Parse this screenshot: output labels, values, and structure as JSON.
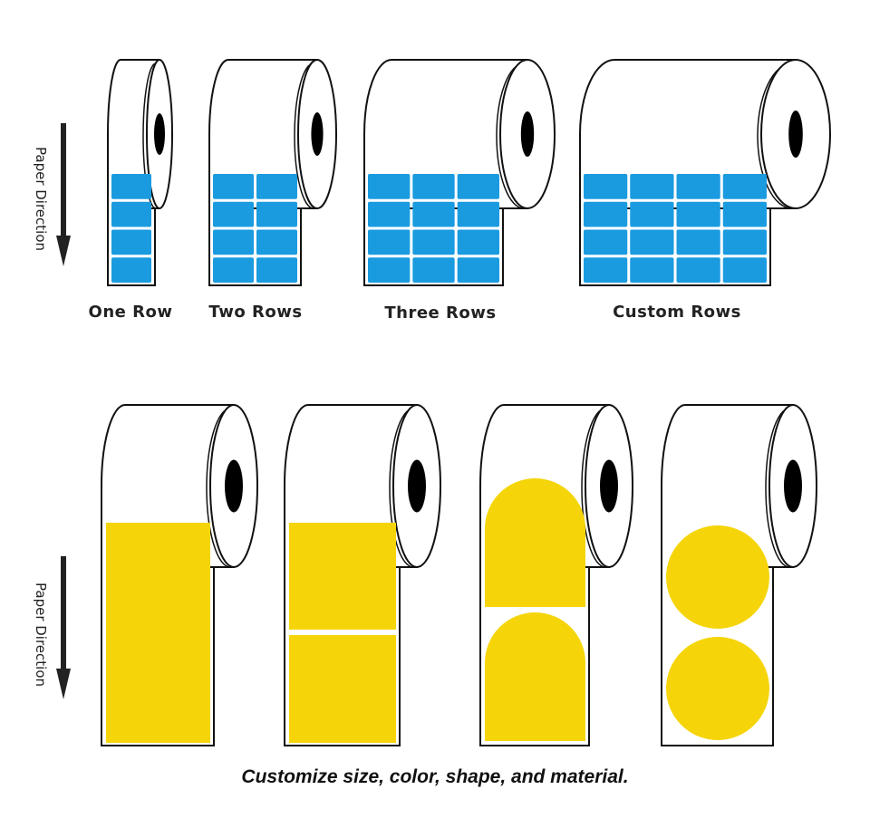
{
  "paper_direction_label": "Paper Direction",
  "top_row": {
    "label_color": "#1a9be0",
    "rolls": [
      {
        "label": "One Row",
        "columns": 1
      },
      {
        "label": "Two Rows",
        "columns": 2
      },
      {
        "label": "Three Rows",
        "columns": 3
      },
      {
        "label": "Custom Rows",
        "columns": 4
      }
    ]
  },
  "bottom_row": {
    "label_color": "#f5d50a",
    "rolls": [
      {
        "shape": "full-rectangle"
      },
      {
        "shape": "squares"
      },
      {
        "shape": "arch"
      },
      {
        "shape": "circles"
      }
    ]
  },
  "caption": "Customize size, color, shape, and material."
}
